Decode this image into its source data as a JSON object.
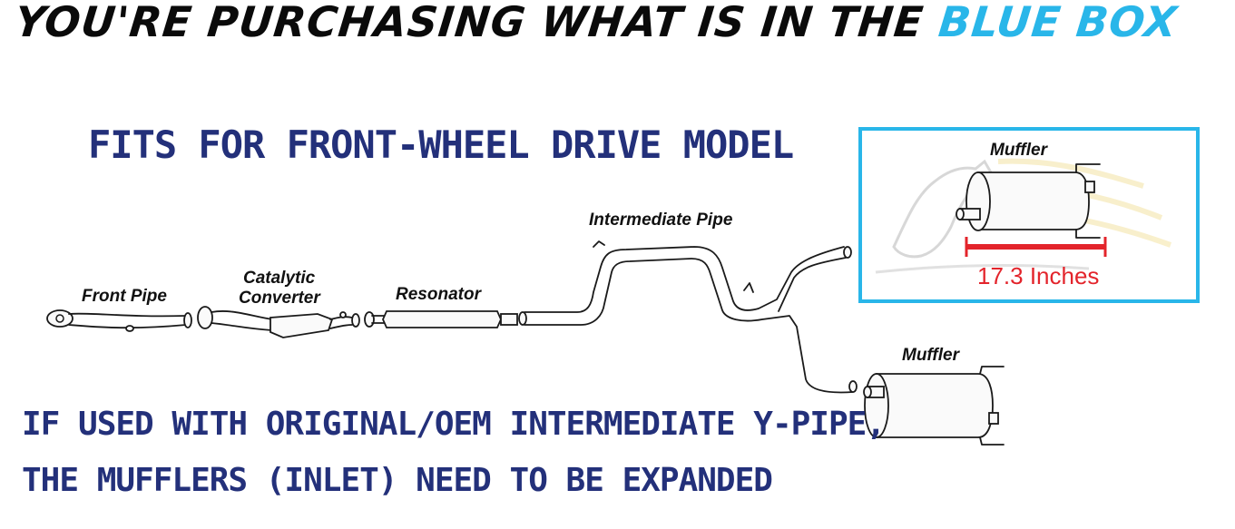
{
  "headline": {
    "text": "YOU'RE PURCHASING WHAT IS IN THE",
    "accent": "BLUE BOX"
  },
  "fitment": "FITS FOR FRONT-WHEEL DRIVE MODEL",
  "notice": {
    "line1": "IF USED WITH ORIGINAL/OEM INTERMEDIATE Y-PIPE,",
    "line2": "THE MUFFLERS (INLET) NEED TO BE EXPANDED"
  },
  "parts": {
    "front_pipe": "Front Pipe",
    "catalytic_line1": "Catalytic",
    "catalytic_line2": "Converter",
    "resonator": "Resonator",
    "intermediate_pipe": "Intermediate Pipe",
    "muffler": "Muffler"
  },
  "blue_box": {
    "title": "Muffler",
    "measurement": "17.3 Inches"
  },
  "colors": {
    "accent_blue": "#29b6e9",
    "navy_text": "#23307a",
    "measure_red": "#e3242b"
  }
}
